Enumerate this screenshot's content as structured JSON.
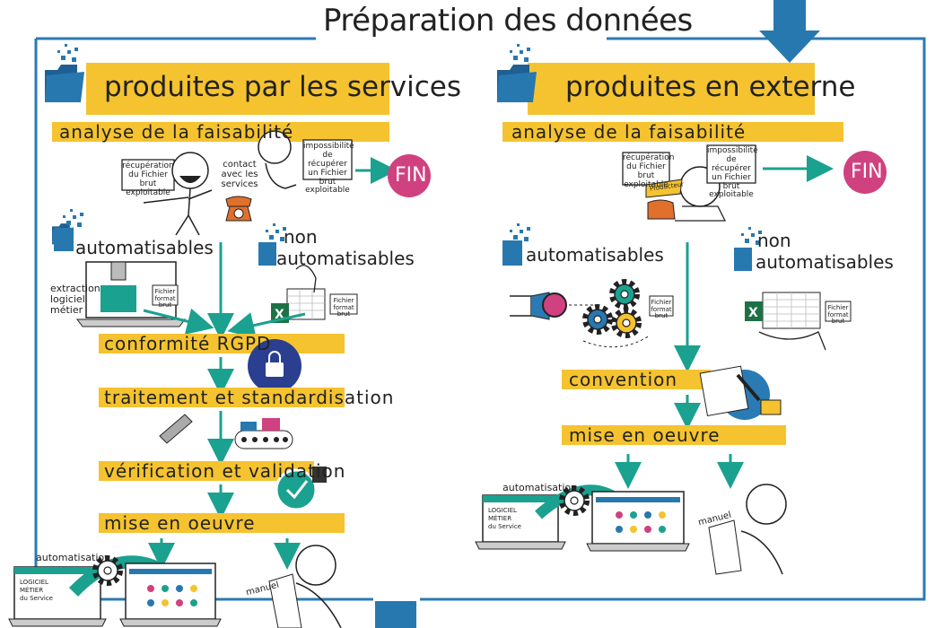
{
  "title": "Préparation des données",
  "colors": {
    "frame": "#2a7ab4",
    "bar": "#f5c330",
    "arrow": "#1ba18f",
    "fin": "#d0417f",
    "folder": "#2878b0"
  },
  "left": {
    "banner": "produites par les services",
    "analysis": "analyse de la faisabilité",
    "note_recuperation": "récupération du Fichier brut exploitable",
    "note_contact": "contact avec les services",
    "note_impossibilite": "impossibilité de récupérer un Fichier brut exploitable",
    "fin": "FIN",
    "automatisables": "automatisables",
    "non_automatisables": [
      "non",
      "automatisables"
    ],
    "extraction": [
      "extraction",
      "logiciel",
      "métier"
    ],
    "fichier_format_brut": "Fichier format brut",
    "steps": [
      "conformité RGPD",
      "traitement et standardisation",
      "vérification et validation",
      "mise en oeuvre"
    ],
    "automatisation": "automatisation",
    "logiciel_metier": [
      "LOGICIEL",
      "MÉTIER",
      "du Service"
    ],
    "manuel": "manuel"
  },
  "right": {
    "banner": "produites en externe",
    "analysis": "analyse de la faisabilité",
    "note_recuperation": "récupération du Fichier brut exploitable",
    "note_impossibilite": "impossibilité de récupérer un Fichier brut exploitable",
    "producteur": "Producteur",
    "fin": "FIN",
    "automatisables": "automatisables",
    "non_automatisables": [
      "non",
      "automatisables"
    ],
    "fichier_format_brut": "Fichier format brut",
    "steps": [
      "convention",
      "mise en oeuvre"
    ],
    "automatisation": "automatisation",
    "logiciel_metier": [
      "LOGICIEL",
      "MÉTIER",
      "du Service"
    ],
    "manuel": "manuel"
  }
}
